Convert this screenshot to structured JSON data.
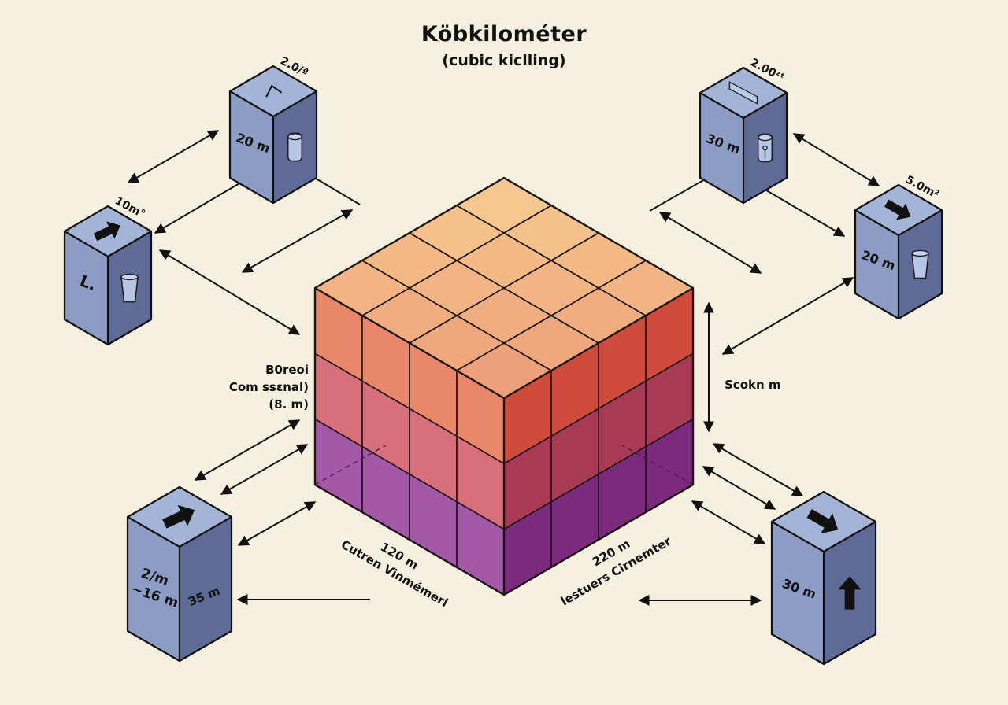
{
  "title": "Köbkilométer",
  "subtitle": "(cubic kiclling)",
  "colors": {
    "background": "#f6f0e1",
    "small_cube_top": "#a3b4d6",
    "small_cube_left": "#8c9cc4",
    "small_cube_right": "#5e6b96",
    "main_top_light": "#f5c78e",
    "main_top_dark": "#eea07a",
    "main_left_upper": "#e8876a",
    "main_left_middle": "#d7707a",
    "main_left_lower": "#a358a8",
    "main_right_upper": "#cf4c3c",
    "main_right_middle": "#a83a55",
    "main_right_lower": "#7c2a7e",
    "ink": "#111111"
  },
  "main_cube": {
    "left_face_label": {
      "dimension": "120 m",
      "caption": "Cutren Vinmémerl"
    },
    "right_face_label": {
      "dimension": "220 m",
      "caption": "lestuers Cirnemter"
    },
    "height_label": "Scokn m",
    "side_note": [
      "Ƀ0reoi",
      "Com ssɛnal)",
      "(8. m)"
    ]
  },
  "small_cubes": [
    {
      "id": "top-left",
      "corner_label": "2.0/ª",
      "face_label": "20 m",
      "top_icon": "caret-icon",
      "side_icon": "cylinder-icon"
    },
    {
      "id": "mid-left",
      "corner_label": "10m°",
      "face_label": "L.",
      "top_icon": "arrow-right-icon",
      "side_icon": "cup-icon"
    },
    {
      "id": "top-right",
      "corner_label": "2.00ᶻᵗ",
      "face_label": "30 m",
      "top_icon": "slot-icon",
      "side_icon": "jar-icon"
    },
    {
      "id": "mid-right",
      "corner_label": "5.0m²",
      "face_label": "20 m",
      "top_icon": "arrow-down-right-icon",
      "side_icon": "cup-icon"
    },
    {
      "id": "bottom-left",
      "corner_label": "",
      "face_label_lines": [
        "2/m",
        "~16 m"
      ],
      "side_label": "35 m",
      "top_icon": "arrow-right-icon",
      "side_icon": ""
    },
    {
      "id": "bottom-right",
      "corner_label": "",
      "face_label": "30 m",
      "top_icon": "arrow-down-right-icon",
      "side_icon": "arrow-up-icon"
    }
  ]
}
